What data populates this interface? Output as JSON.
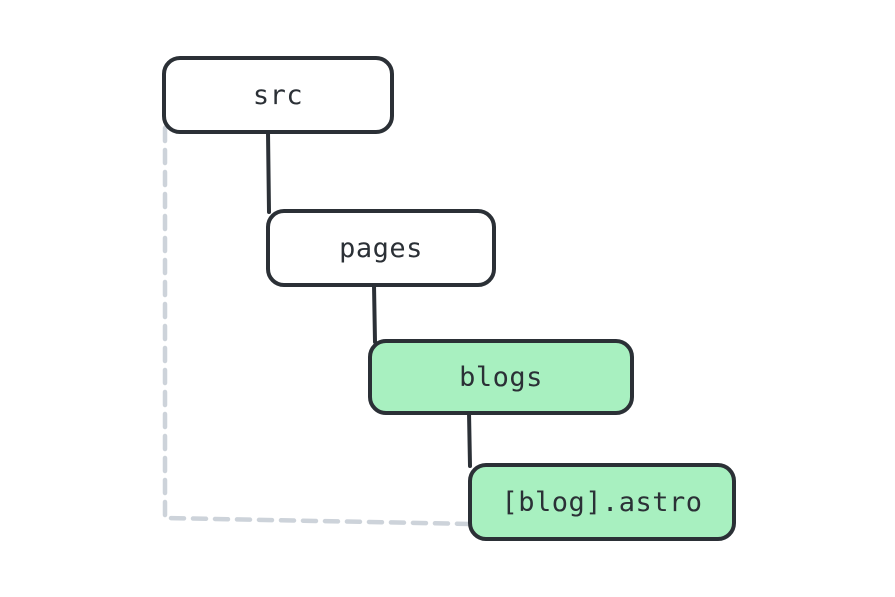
{
  "colors": {
    "stroke": "#2b3036",
    "node_default_fill": "#ffffff",
    "node_highlight_fill": "#a8f0c0",
    "dashed_link": "#cdd3da"
  },
  "nodes": [
    {
      "id": "src",
      "label": "src",
      "highlighted": false
    },
    {
      "id": "pages",
      "label": "pages",
      "highlighted": false
    },
    {
      "id": "blogs",
      "label": "blogs",
      "highlighted": true
    },
    {
      "id": "blog-astro",
      "label": "[blog].astro",
      "highlighted": true
    }
  ],
  "edges": [
    {
      "from": "src",
      "to": "pages",
      "style": "solid"
    },
    {
      "from": "pages",
      "to": "blogs",
      "style": "solid"
    },
    {
      "from": "blogs",
      "to": "blog-astro",
      "style": "solid"
    },
    {
      "from": "src",
      "to": "blog-astro",
      "style": "dashed"
    }
  ]
}
